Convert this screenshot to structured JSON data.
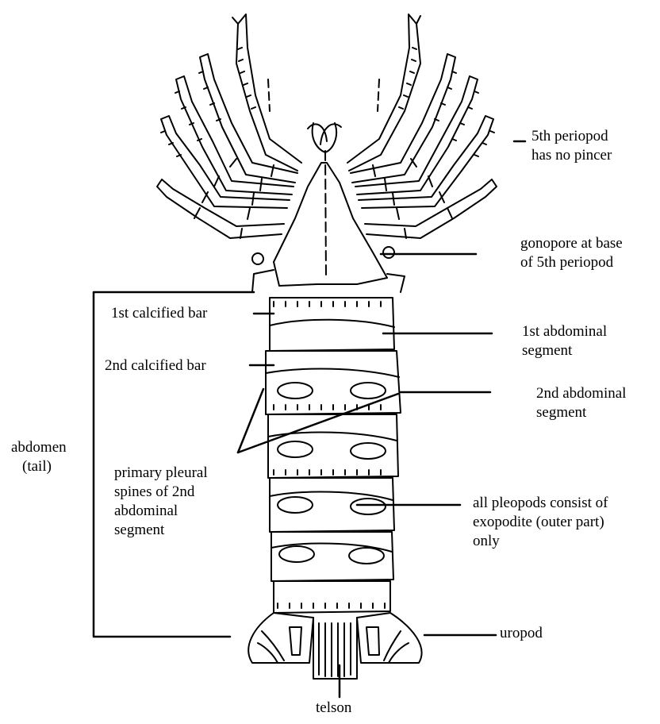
{
  "labels": {
    "periopod_5": [
      "5th periopod",
      "has no pincer"
    ],
    "gonopore": [
      "gonopore at base",
      "of 5th periopod"
    ],
    "calcified_bar_1": "1st calcified bar",
    "abdominal_segment_1": [
      "1st abdominal",
      "segment"
    ],
    "calcified_bar_2": "2nd calcified bar",
    "abdominal_segment_2": [
      "2nd abdominal",
      "segment"
    ],
    "abdomen": [
      "abdomen",
      "(tail)"
    ],
    "pleural_spines": [
      "primary pleural",
      "spines of 2nd",
      "abdominal",
      "segment"
    ],
    "pleopods": [
      "all pleopods consist of",
      "exopodite (outer part)",
      "only"
    ],
    "uropod": "uropod",
    "telson": "telson"
  },
  "colors": {
    "ink": "#000000",
    "background": "#ffffff"
  }
}
